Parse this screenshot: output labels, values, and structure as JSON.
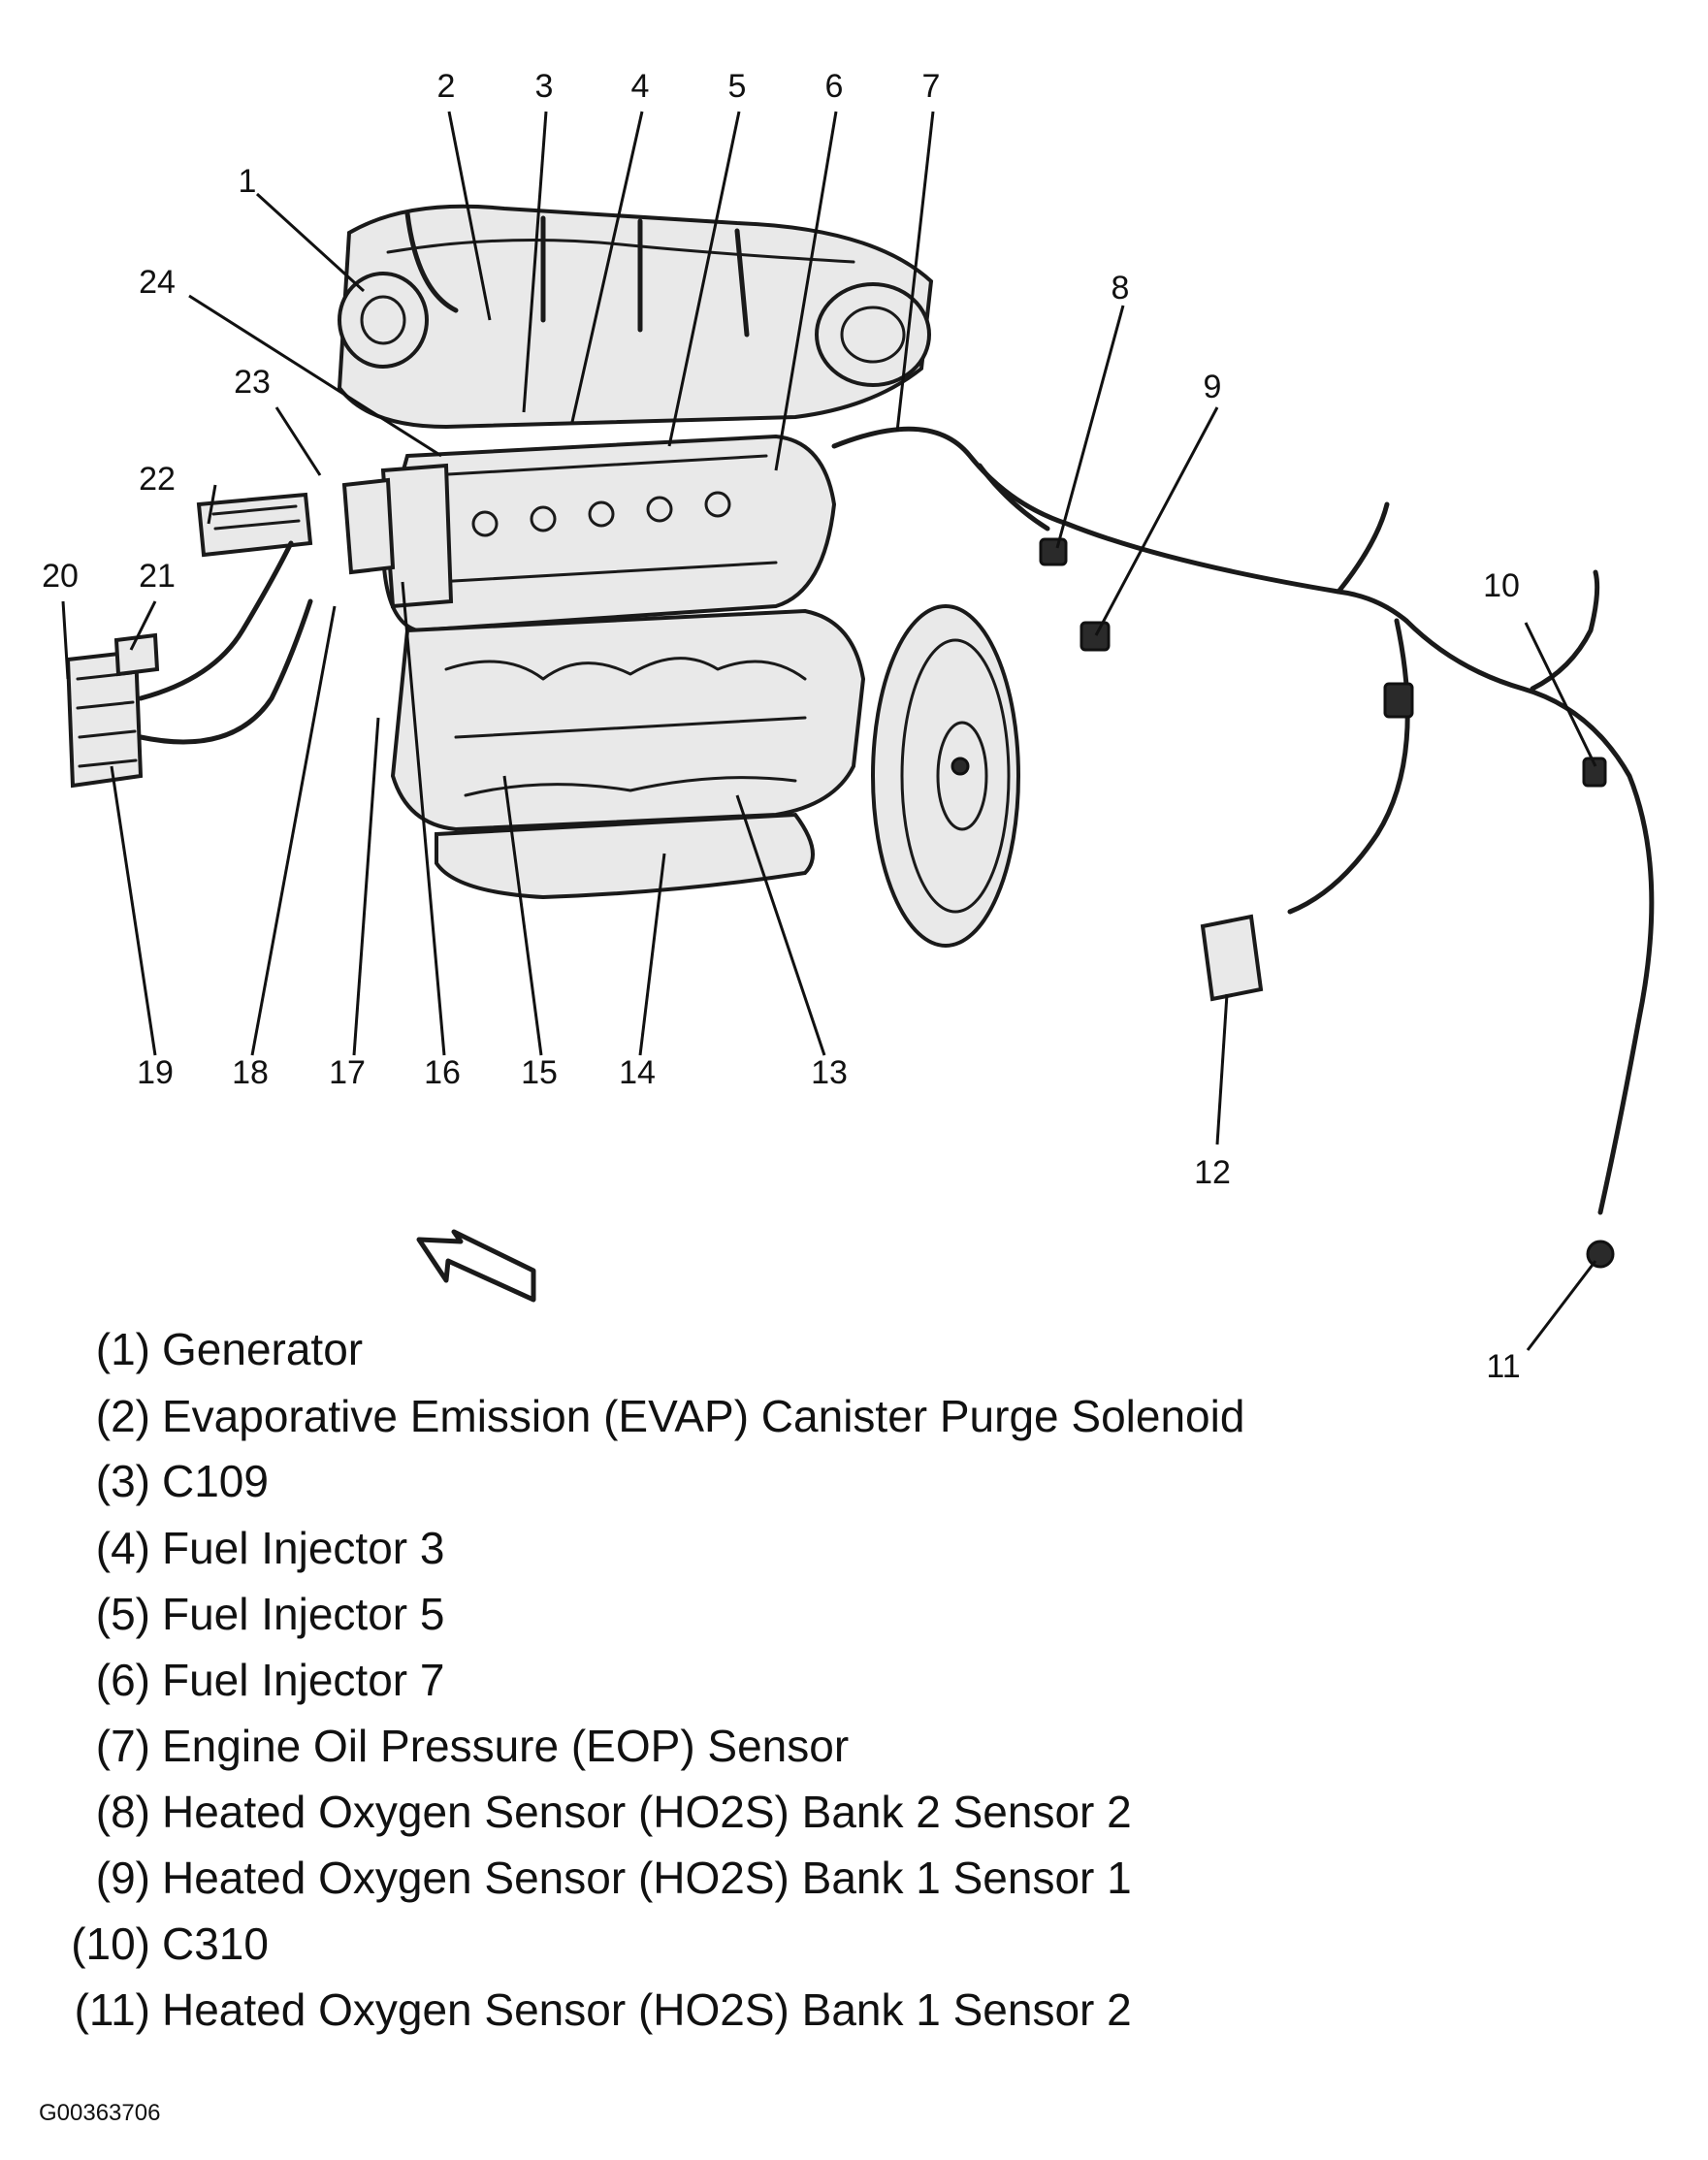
{
  "callouts": [
    "1",
    "2",
    "3",
    "4",
    "5",
    "6",
    "7",
    "8",
    "9",
    "10",
    "11",
    "12",
    "13",
    "14",
    "15",
    "16",
    "17",
    "18",
    "19",
    "20",
    "21",
    "22",
    "23",
    "24"
  ],
  "legend": [
    {
      "num": "(1)",
      "text": "Generator"
    },
    {
      "num": "(2)",
      "text": "Evaporative Emission (EVAP) Canister Purge Solenoid"
    },
    {
      "num": "(3)",
      "text": "C109"
    },
    {
      "num": "(4)",
      "text": "Fuel Injector 3"
    },
    {
      "num": "(5)",
      "text": "Fuel Injector 5"
    },
    {
      "num": "(6)",
      "text": "Fuel Injector 7"
    },
    {
      "num": "(7)",
      "text": "Engine Oil Pressure (EOP) Sensor"
    },
    {
      "num": "(8)",
      "text": "Heated Oxygen Sensor (HO2S) Bank 2 Sensor 2"
    },
    {
      "num": "(9)",
      "text": "Heated Oxygen Sensor (HO2S) Bank 1 Sensor 1"
    },
    {
      "num": "(10)",
      "text": "C310"
    },
    {
      "num": "(11)",
      "text": "Heated Oxygen Sensor (HO2S) Bank 1 Sensor 2"
    }
  ],
  "figure_id": "G00363706",
  "colors": {
    "ink": "#111111",
    "paper": "#ffffff",
    "metal": "#e9e9e9"
  }
}
